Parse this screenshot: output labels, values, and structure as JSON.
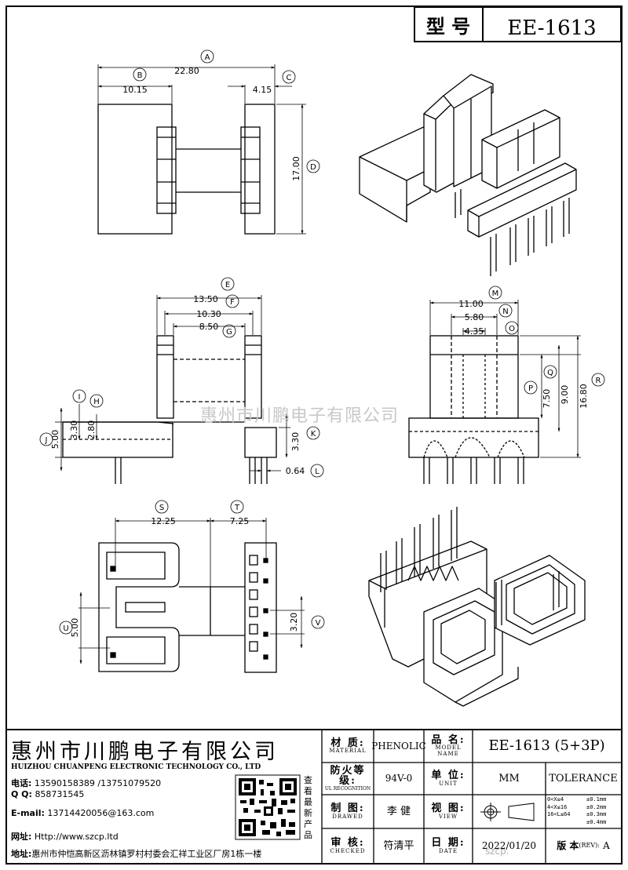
{
  "header": {
    "model_label": "型 号",
    "model_value": "EE-1613"
  },
  "top_view": {
    "dims": {
      "A": {
        "letter": "A",
        "value": "22.80"
      },
      "B": {
        "letter": "B",
        "value": "10.15"
      },
      "C": {
        "letter": "C",
        "value": "4.15"
      },
      "D": {
        "letter": "D",
        "value": "17.00"
      }
    }
  },
  "front_view": {
    "dims": {
      "E": {
        "letter": "E",
        "value": "13.50"
      },
      "F": {
        "letter": "F",
        "value": "10.30"
      },
      "G": {
        "letter": "G",
        "value": "8.50"
      },
      "H": {
        "letter": "H",
        "value": "2.80"
      },
      "I": {
        "letter": "I",
        "value": "3.30"
      },
      "J": {
        "letter": "J",
        "value": "5.00"
      },
      "K": {
        "letter": "K",
        "value": "3.30"
      },
      "L": {
        "letter": "L",
        "value": "0.64"
      }
    }
  },
  "side_view": {
    "dims": {
      "M": {
        "letter": "M",
        "value": "11.00"
      },
      "N": {
        "letter": "N",
        "value": "5.80"
      },
      "O": {
        "letter": "O",
        "value": "4.35"
      },
      "P": {
        "letter": "P",
        "value": "7.50"
      },
      "Q": {
        "letter": "Q",
        "value": "9.00"
      },
      "R": {
        "letter": "R",
        "value": "16.80"
      }
    }
  },
  "bottom_view": {
    "dims": {
      "S": {
        "letter": "S",
        "value": "12.25"
      },
      "T": {
        "letter": "T",
        "value": "7.25"
      },
      "U": {
        "letter": "U",
        "value": "5.00"
      },
      "V": {
        "letter": "V",
        "value": "3.20"
      }
    }
  },
  "watermark": "惠州市川鹏电子有限公司",
  "watermark_url": "szcp.",
  "company": {
    "name_cn": "惠州市川鹏电子有限公司",
    "name_en": "HUIZHOU CHUANPENG ELECTRONIC TECHNOLOGY CO., LTD",
    "phone_label": "电话:",
    "phone": "13590158389 /13751079520",
    "qq_label": "Q Q:",
    "qq": "858731545",
    "email_label": "E-mail:",
    "email": "13714420056@163.com",
    "web_label": "网址:",
    "web": "Http://www.szcp.ltd",
    "address_label": "地址:",
    "address": "惠州市仲恺高新区沥林镇罗村村委会汇祥工业区厂房1栋一楼",
    "qr_caption": [
      "查",
      "看",
      "最",
      "新",
      "产",
      "品"
    ]
  },
  "spec": {
    "material_cn": "材  质:",
    "material_en": "MATERIAL",
    "material_value": "PHENOLIC",
    "part_cn": "品  名:",
    "part_en": "MODEL NAME",
    "part_value": "EE-1613 (5+3P)",
    "flame_cn": "防火等级:",
    "flame_en": "UL RECOGNITION",
    "flame_value": "94V-0",
    "unit_cn": "单  位:",
    "unit_en": "UNIT",
    "unit_value": "MM",
    "tolerance_label": "TOLERANCE",
    "drawn_cn": "制  图:",
    "drawn_en": "DRAWED",
    "drawn_value": "李 健",
    "view_cn": "视  图:",
    "view_en": "VIEW",
    "checked_cn": "审  核:",
    "checked_en": "CHECKED",
    "checked_value": "符清平",
    "date_cn": "日  期:",
    "date_en": "DATE",
    "date_value": "2022/01/20",
    "rev_label": "版 本",
    "rev_en": "(REV):",
    "rev_value": "A",
    "tolerance_rows": [
      {
        "range": "0<X≤4",
        "value": "±0.1mm"
      },
      {
        "range": "4<X≤16",
        "value": "±0.2mm"
      },
      {
        "range": "16<L≤64",
        "value": "±0.3mm"
      },
      {
        "range": "",
        "value": "±0.4mm"
      }
    ]
  }
}
